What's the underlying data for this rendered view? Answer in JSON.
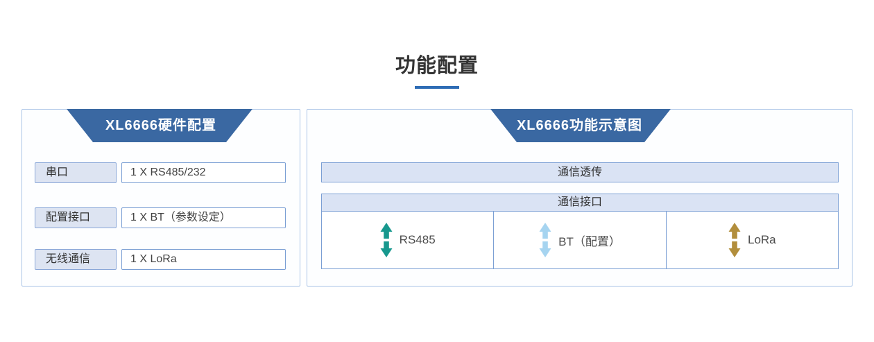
{
  "page": {
    "title": "功能配置"
  },
  "hardware_panel": {
    "header": "XL6666硬件配置",
    "rows": [
      {
        "label": "串口",
        "value": "1 X RS485/232"
      },
      {
        "label": "配置接口",
        "value": "1 X BT（参数设定）"
      },
      {
        "label": "无线通信",
        "value": "1 X LoRa"
      }
    ]
  },
  "function_panel": {
    "header": "XL6666功能示意图",
    "transparent_bar": "通信透传",
    "interface_table": {
      "header": "通信接口",
      "columns": [
        {
          "label": "RS485",
          "icon": "double-vertical-arrow-icon",
          "arrow_color": "#17988e"
        },
        {
          "label": "BT（配置）",
          "icon": "double-vertical-arrow-icon",
          "arrow_color": "#a6d4f0"
        },
        {
          "label": "LoRa",
          "icon": "double-vertical-arrow-icon",
          "arrow_color": "#b28e3c"
        }
      ]
    }
  },
  "colors": {
    "header_blue": "#3a68a2",
    "panel_border": "#a9c3e6",
    "box_border": "#7b9fd4",
    "light_blue_fill": "#dae3f4",
    "title_underline": "#2e6cb5"
  }
}
